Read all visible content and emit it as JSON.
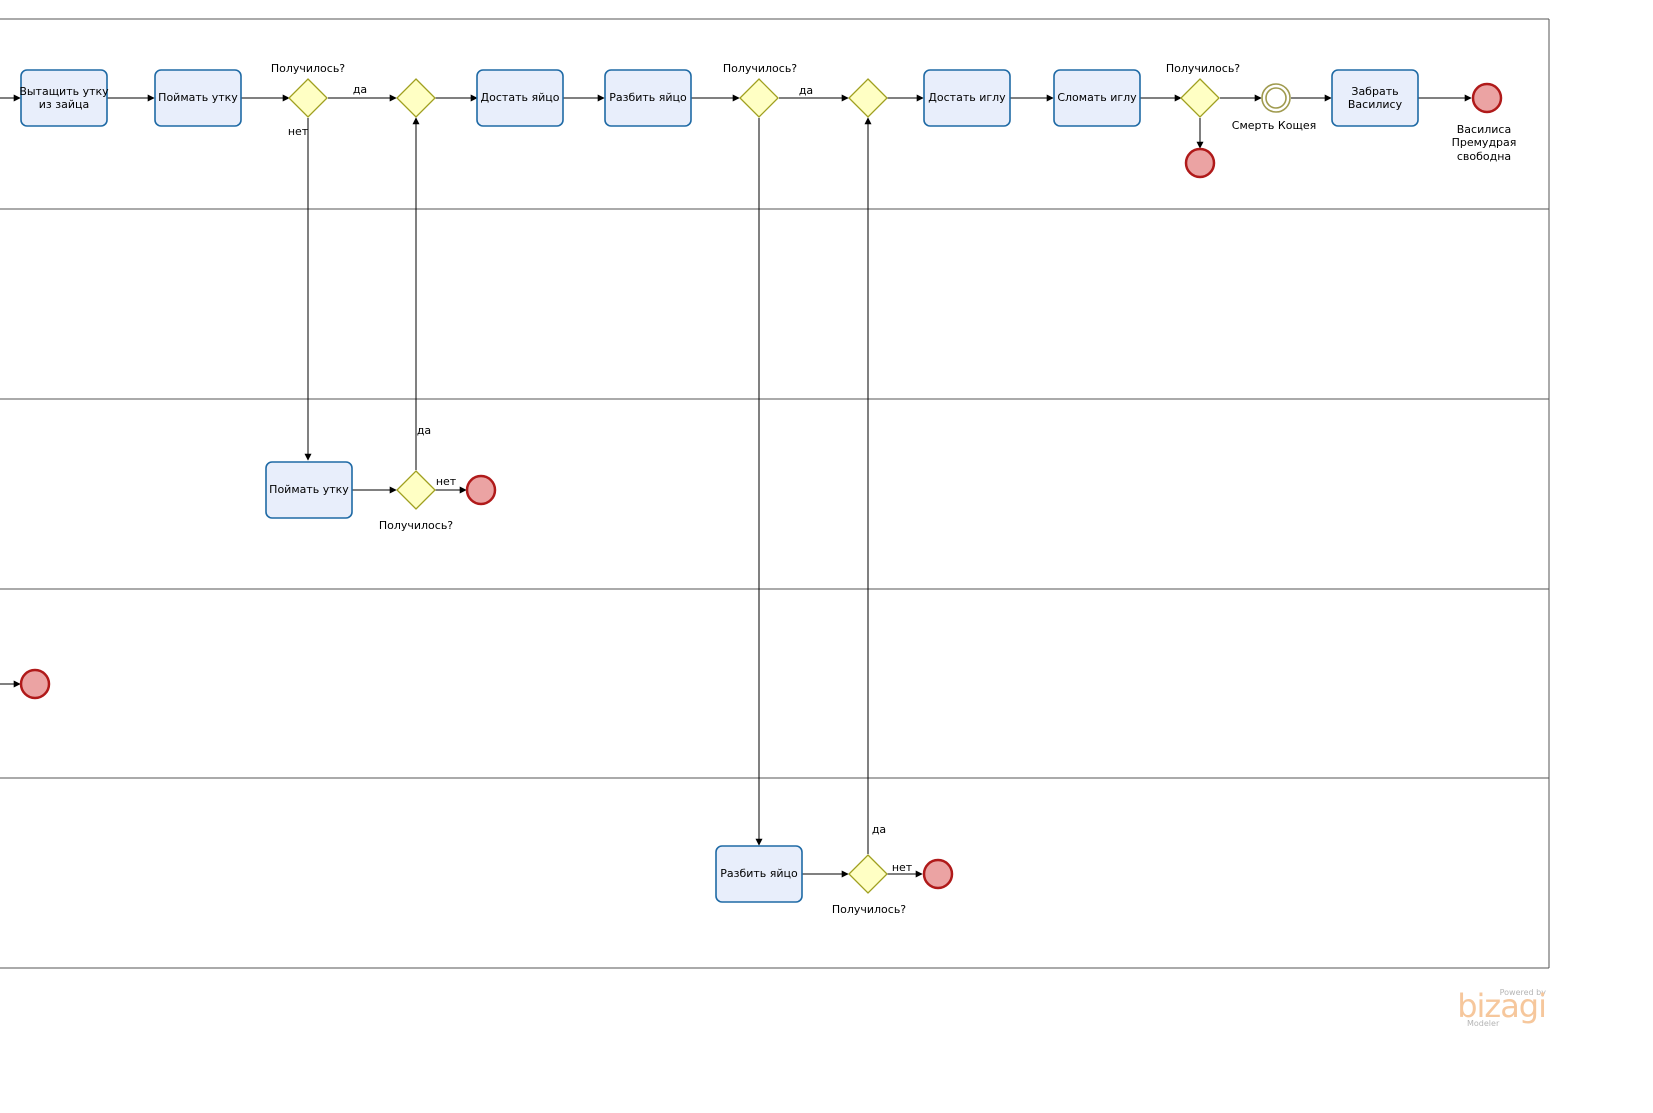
{
  "tasks": {
    "t1": "Вытащить  утку",
    "t1b": "из зайца",
    "t2": "Поймать утку",
    "t3": "Достать яйцо",
    "t4": "Разбить яйцо",
    "t5": "Достать иглу",
    "t6": "Сломать иглу",
    "t7": "Забрать",
    "t7b": "Василису",
    "t8": "Поймать утку",
    "t9": "Разбить яйцо"
  },
  "gateway_labels": {
    "g1": "Получилось?",
    "g3": "Получилось?",
    "g5": "Получилось?",
    "g7": "Получилось?",
    "g8": "Получилось?"
  },
  "flow_labels": {
    "yes1": "да",
    "no1": "нет",
    "yes2": "да",
    "yes3": "да",
    "no3": "нет",
    "yes4": "да",
    "no4": "нет"
  },
  "events": {
    "intermediate": "Смерть Кощея",
    "end_line1": "Василиса",
    "end_line2": "Премудрая",
    "end_line3": "свободна"
  },
  "branding": {
    "powered_by": "Powered by",
    "logo": "bizagi",
    "product": "Modeler"
  }
}
